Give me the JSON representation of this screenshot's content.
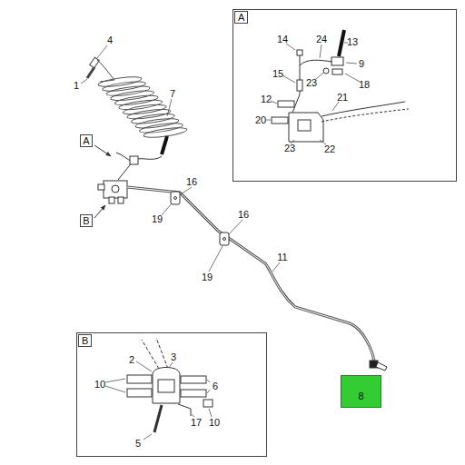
{
  "diagram": {
    "nodes": [
      {
        "text": [
          "A"
        ]
      },
      {
        "text": [
          "A"
        ]
      },
      {
        "text": [
          "B"
        ]
      },
      {
        "text": [
          "B"
        ]
      },
      {
        "text": [
          "8"
        ]
      }
    ],
    "labels": [
      "4",
      "1",
      "7",
      "16",
      "19",
      "16",
      "19",
      "11",
      "14",
      "24",
      "13",
      "9",
      "15",
      "23",
      "18",
      "12",
      "21",
      "20",
      "23",
      "22",
      "3",
      "2",
      "10",
      "6",
      "17",
      "10",
      "5"
    ]
  }
}
